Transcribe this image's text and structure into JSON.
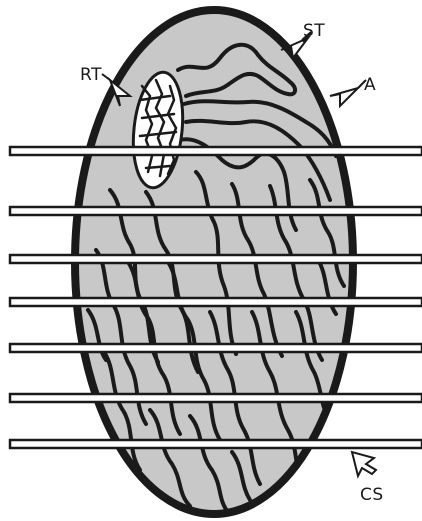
{
  "diagram": {
    "labels": {
      "st": "ST",
      "rt": "RT",
      "a": "A",
      "cs": "CS"
    },
    "colors": {
      "capsule_fill": "#c8c8c8",
      "outline": "#1a1a1a",
      "band_fill": "#ffffff",
      "background": "#ffffff"
    },
    "cross_section_count": 7
  }
}
